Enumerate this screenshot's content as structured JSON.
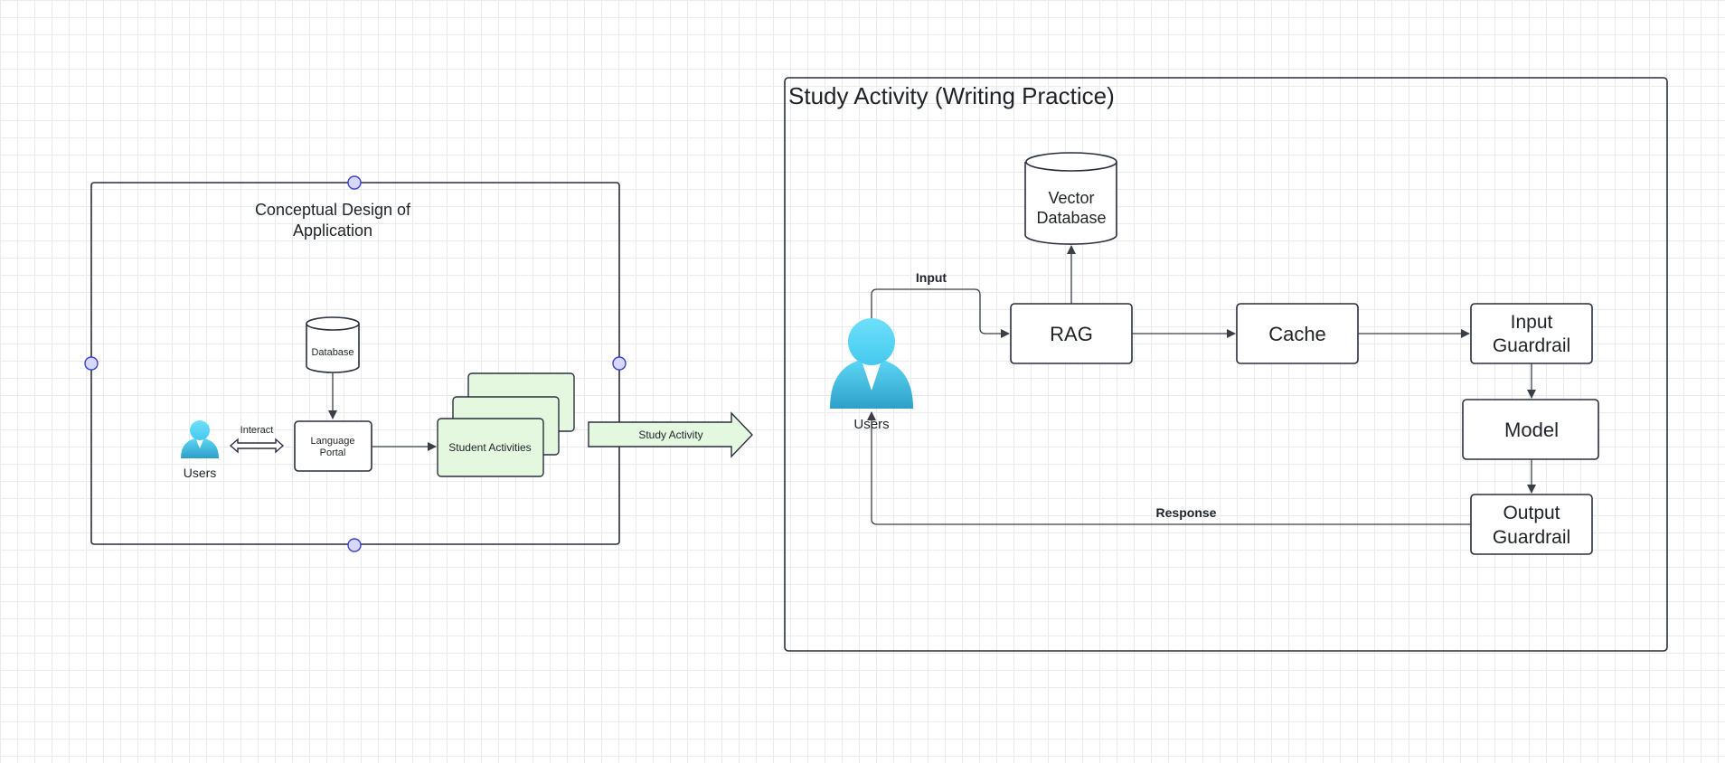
{
  "colors": {
    "frame": "#2a2d3e",
    "handle_fill": "#d6d8ff",
    "handle_stroke": "#3b43c4",
    "activity_fill": "#e3f8df",
    "user_icon_light": "#5fd8f5",
    "user_icon_dark": "#2d9fc9"
  },
  "left_diagram": {
    "title_line1": "Conceptual Design of",
    "title_line2": "Application",
    "user_label": "Users",
    "interact_label": "Interact",
    "database_label": "Database",
    "portal_line1": "Language",
    "portal_line2": "Portal",
    "activities_label": "Student Activities"
  },
  "connector": {
    "arrow_label": "Study Activity"
  },
  "right_diagram": {
    "title": "Study Activity (Writing Practice)",
    "vector_db_line1": "Vector",
    "vector_db_line2": "Database",
    "user_label": "Users",
    "input_label": "Input",
    "rag_label": "RAG",
    "cache_label": "Cache",
    "input_guardrail_line1": "Input",
    "input_guardrail_line2": "Guardrail",
    "model_label": "Model",
    "output_guardrail_line1": "Output",
    "output_guardrail_line2": "Guardrail",
    "response_label": "Response"
  }
}
